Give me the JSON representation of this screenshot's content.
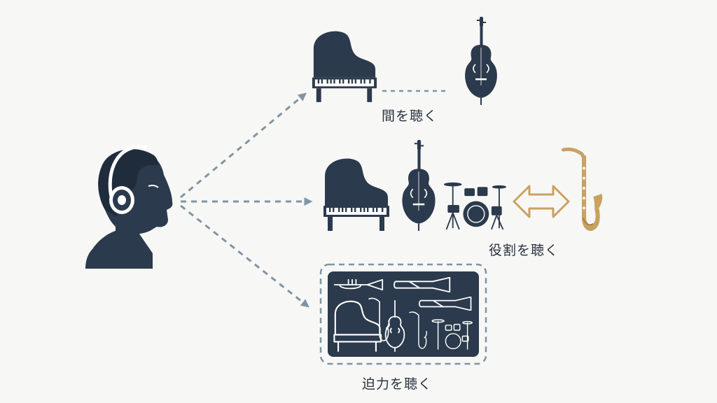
{
  "labels": {
    "top": "間を聴く",
    "middle": "役割を聴く",
    "bottom": "迫力を聴く"
  },
  "colors": {
    "ink": "#2b3a4c",
    "arrow": "#7f95a3",
    "sax": "#c8a262",
    "background": "#f7f7f6"
  },
  "icons": {
    "listener": "listener-headphones-icon",
    "piano": "grand-piano-icon",
    "bass": "double-bass-icon",
    "drums": "drum-kit-icon",
    "sax": "saxophone-icon",
    "trumpet": "trumpet-icon",
    "trombone": "trombone-icon",
    "double_arrow": "double-arrow-icon"
  }
}
